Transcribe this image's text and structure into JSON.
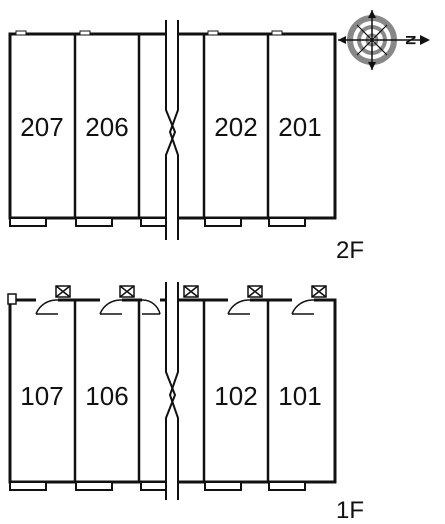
{
  "floors": [
    {
      "label": "2F",
      "rooms": [
        {
          "number": "207"
        },
        {
          "number": "206"
        },
        {
          "number": ""
        },
        {
          "number": "202"
        },
        {
          "number": "201"
        }
      ]
    },
    {
      "label": "1F",
      "rooms": [
        {
          "number": "107"
        },
        {
          "number": "106"
        },
        {
          "number": ""
        },
        {
          "number": "102"
        },
        {
          "number": "101"
        }
      ]
    }
  ],
  "compass": {
    "direction_letter": "N",
    "icon": "compass-rose-icon"
  },
  "colors": {
    "line": "#111111",
    "compass_ring": "#888888"
  }
}
